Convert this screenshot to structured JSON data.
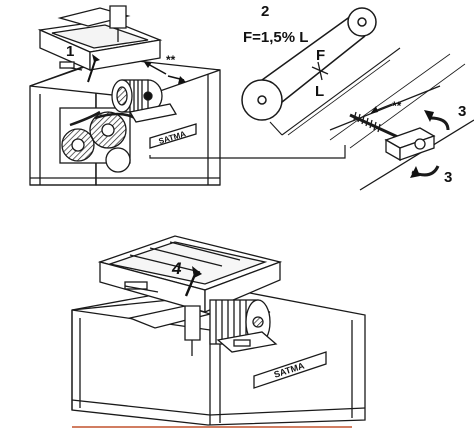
{
  "labels": {
    "step1": "1",
    "step2": "2",
    "step3_top": "3",
    "step3_bottom": "3",
    "step4": "4",
    "formula": "F=1,5% L",
    "f_label": "F",
    "l_label": "L",
    "stars_top": "**",
    "stars_detail": "**"
  },
  "brand": {
    "top_plate": "SATMA",
    "bottom_plate": "SATMA"
  },
  "colors": {
    "line": "#1a1a1a",
    "dark_fill": "#2b2b2b",
    "bottom_base_line": "#c2522d"
  }
}
